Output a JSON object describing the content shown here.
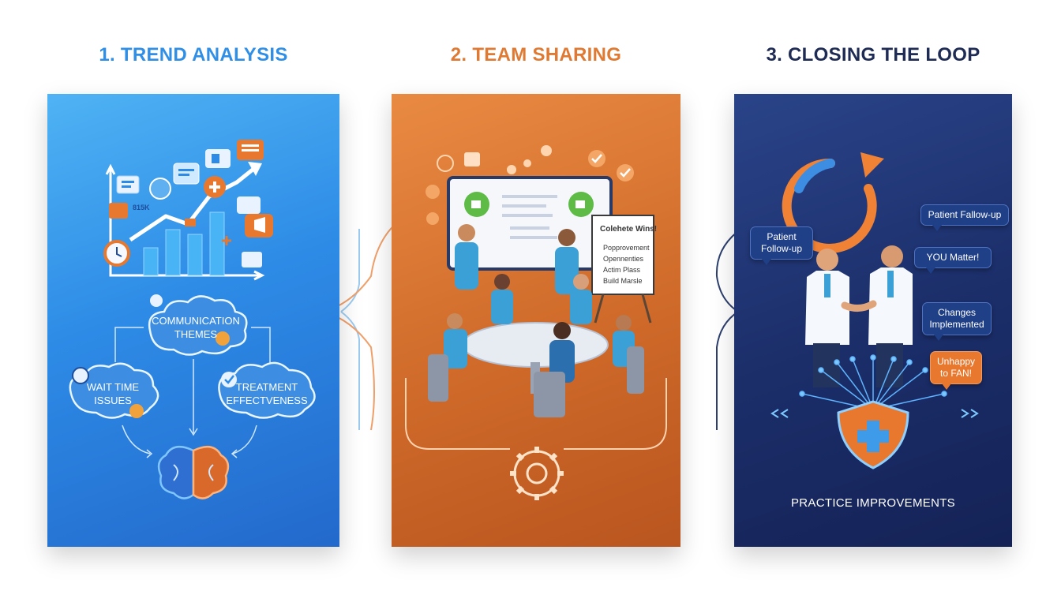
{
  "headings": {
    "trend": "1. TREND ANALYSIS",
    "team": "2. TEAM SHARING",
    "loop": "3. CLOSING THE LOOP"
  },
  "trend_panel": {
    "stats_label": "815K",
    "clouds": {
      "communication": "COMMUNICATION THEMES",
      "wait": "WAIT TIME ISSUES",
      "treatment": "TREATMENT EFFECTVENESS"
    }
  },
  "team_panel": {
    "board_title": "Colehete Wins!",
    "board_items": [
      "Popprovement",
      "Opennenties",
      "Actim Plass",
      "Build Marsle"
    ]
  },
  "loop_panel": {
    "bubbles": {
      "patient_follow_up_left": "Patient Follow-up",
      "patient_follow_up_right": "Patient Fallow-up",
      "you_matter": "YOU Matter!",
      "changes": "Changes Implemented",
      "unhappy": "Unhappy to FAN!"
    },
    "caption": "PRACTICE IMPROVEMENTS"
  },
  "colors": {
    "trend_blue": "#2f8fe6",
    "team_orange": "#e07a33",
    "loop_navy": "#1e2b55"
  }
}
